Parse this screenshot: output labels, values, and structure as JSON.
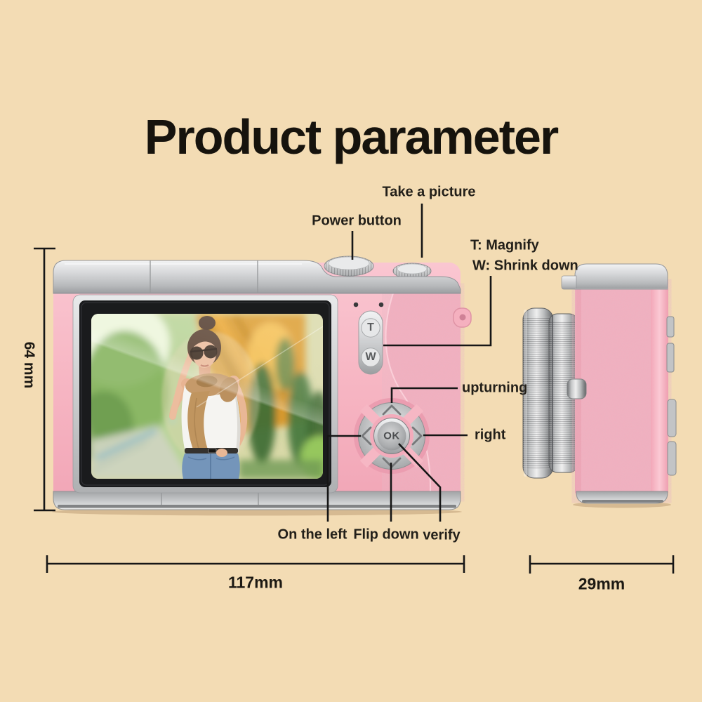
{
  "title": "Product parameter",
  "labels": {
    "take_a_picture": "Take a picture",
    "power_button": "Power button",
    "zoom_t": "T: Magnify",
    "zoom_w": "W: Shrink down",
    "upturning": "upturning",
    "right": "right",
    "on_the_left": "On the left",
    "flip_down": "Flip down",
    "verify": "verify"
  },
  "dimensions": {
    "height": "64 mm",
    "width": "117mm",
    "depth": "29mm"
  },
  "controls": {
    "tele": "T",
    "wide": "W",
    "ok": "OK"
  },
  "colors": {
    "background": "#f3dcb4",
    "body_pink": "#f7b9c6",
    "leather_pink": "#f3adbd",
    "silver": "#c9cbcd",
    "annotation_line": "#161616"
  }
}
